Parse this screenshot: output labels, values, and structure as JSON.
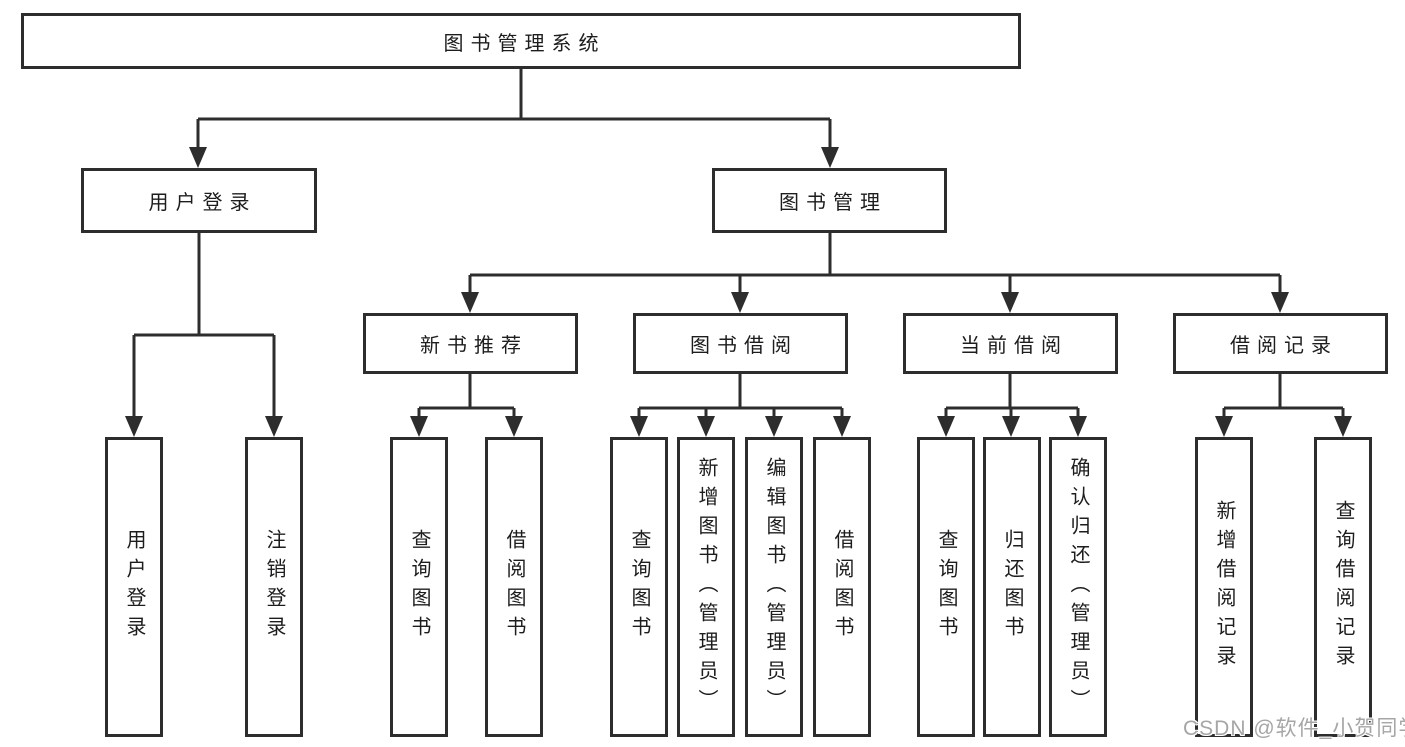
{
  "diagram": {
    "root": {
      "label": "图书管理系统"
    },
    "branches": [
      {
        "label": "用户登录",
        "children": [
          {
            "label": "用户登录"
          },
          {
            "label": "注销登录"
          }
        ]
      },
      {
        "label": "图书管理",
        "groups": [
          {
            "label": "新书推荐",
            "children": [
              {
                "label": "查询图书"
              },
              {
                "label": "借阅图书"
              }
            ]
          },
          {
            "label": "图书借阅",
            "children": [
              {
                "label": "查询图书"
              },
              {
                "label": "新增图书（管理员）"
              },
              {
                "label": "编辑图书（管理员）"
              },
              {
                "label": "借阅图书"
              }
            ]
          },
          {
            "label": "当前借阅",
            "children": [
              {
                "label": "查询图书"
              },
              {
                "label": "归还图书"
              },
              {
                "label": "确认归还（管理员）"
              }
            ]
          },
          {
            "label": "借阅记录",
            "children": [
              {
                "label": "新增借阅记录"
              },
              {
                "label": "查询借阅记录"
              }
            ]
          }
        ]
      }
    ]
  },
  "watermark": {
    "text": "CSDN @软件_小贺同学"
  },
  "colors": {
    "line": "#2d2d2d",
    "text": "#1d1d1f",
    "watermark": "#a6a6a6",
    "background": "#ffffff"
  }
}
